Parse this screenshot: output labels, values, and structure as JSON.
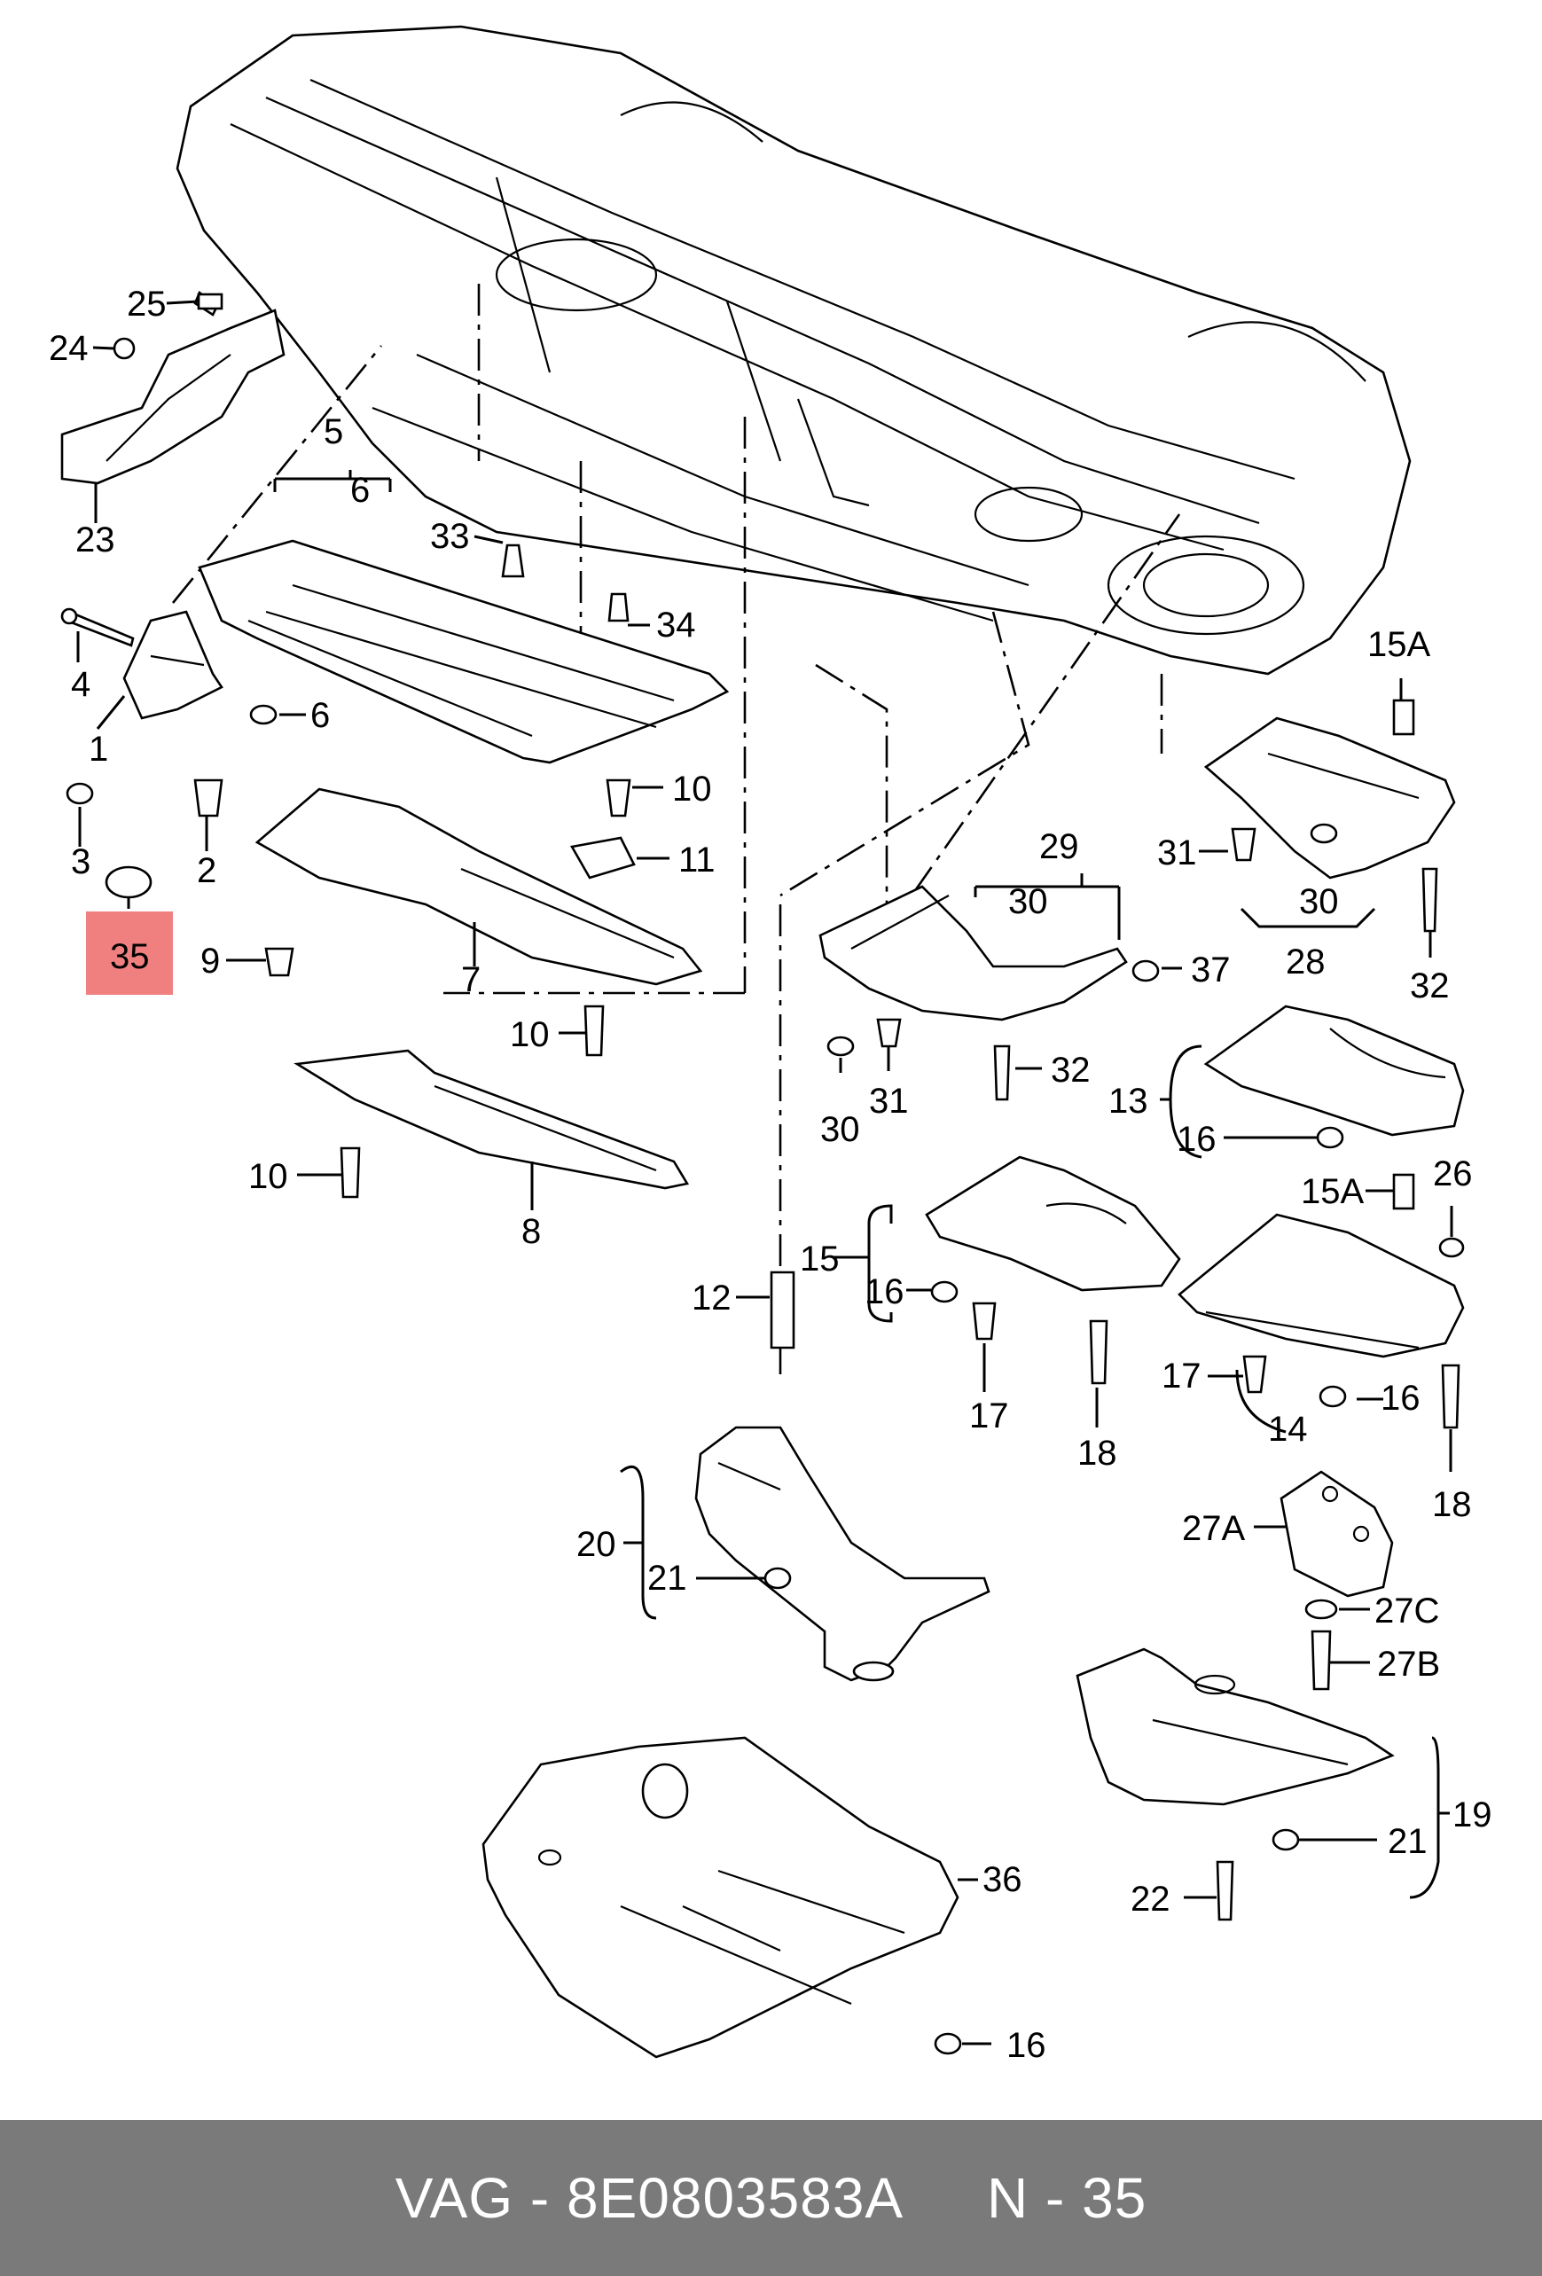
{
  "callouts": {
    "c1": "1",
    "c2": "2",
    "c3": "3",
    "c4": "4",
    "c5": "5",
    "c6a": "6",
    "c6b": "6",
    "c7": "7",
    "c8": "8",
    "c9": "9",
    "c10a": "10",
    "c10b": "10",
    "c10c": "10",
    "c11": "11",
    "c12": "12",
    "c13": "13",
    "c14": "14",
    "c15": "15",
    "c15a1": "15A",
    "c15a2": "15A",
    "c16a": "16",
    "c16b": "16",
    "c16c": "16",
    "c16d": "16",
    "c17a": "17",
    "c17b": "17",
    "c18a": "18",
    "c18b": "18",
    "c19": "19",
    "c20": "20",
    "c21a": "21",
    "c21b": "21",
    "c22": "22",
    "c23": "23",
    "c24": "24",
    "c25": "25",
    "c26": "26",
    "c27a": "27A",
    "c27b": "27B",
    "c27c": "27C",
    "c28": "28",
    "c29": "29",
    "c30a": "30",
    "c30b": "30",
    "c30c": "30",
    "c31a": "31",
    "c31b": "31",
    "c32a": "32",
    "c32b": "32",
    "c33": "33",
    "c34": "34",
    "c35": "35",
    "c36": "36",
    "c37": "37"
  },
  "highlight": {
    "color": "#f08080"
  },
  "footer": {
    "brand": "VAG",
    "sep1": " - ",
    "part_number": "8E0803583A",
    "gap": "     ",
    "position": "N - 35"
  }
}
